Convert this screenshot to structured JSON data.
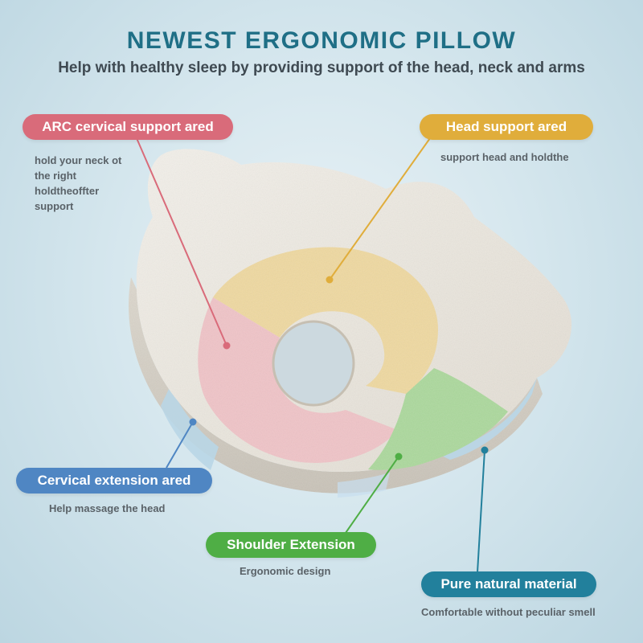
{
  "header": {
    "title": "NEWEST ERGONOMIC PILLOW",
    "subtitle": "Help with healthy sleep by providing support of the head, neck and arms"
  },
  "zones": {
    "arc_cervical": {
      "label": "ARC cervical support ared",
      "desc": [
        "hold your neck ot",
        "the right",
        "holdtheoffter",
        "support"
      ],
      "color": "#d96b7a"
    },
    "head_support": {
      "label": "Head support ared",
      "desc": [
        "support head and holdthe"
      ],
      "color": "#e0ad3b"
    },
    "cervical_extension": {
      "label": "Cervical extension ared",
      "desc": [
        "Help massage the head"
      ],
      "color": "#4f86c3"
    },
    "shoulder_extension": {
      "label": "Shoulder Extension",
      "desc": [
        "Ergonomic design"
      ],
      "color": "#4fae45"
    },
    "pure_material": {
      "label": "Pure natural material",
      "desc": [
        "Comfortable without peculiar smell"
      ],
      "color": "#22809c"
    }
  },
  "colors": {
    "title": "#1f6f86",
    "foam": "#e9e5dd",
    "head_zone": "#efd9a0",
    "arc_zone": "#f0c4c8",
    "shoulder_zone": "#acd99c",
    "cervical_zone": "#b9d6e6"
  }
}
